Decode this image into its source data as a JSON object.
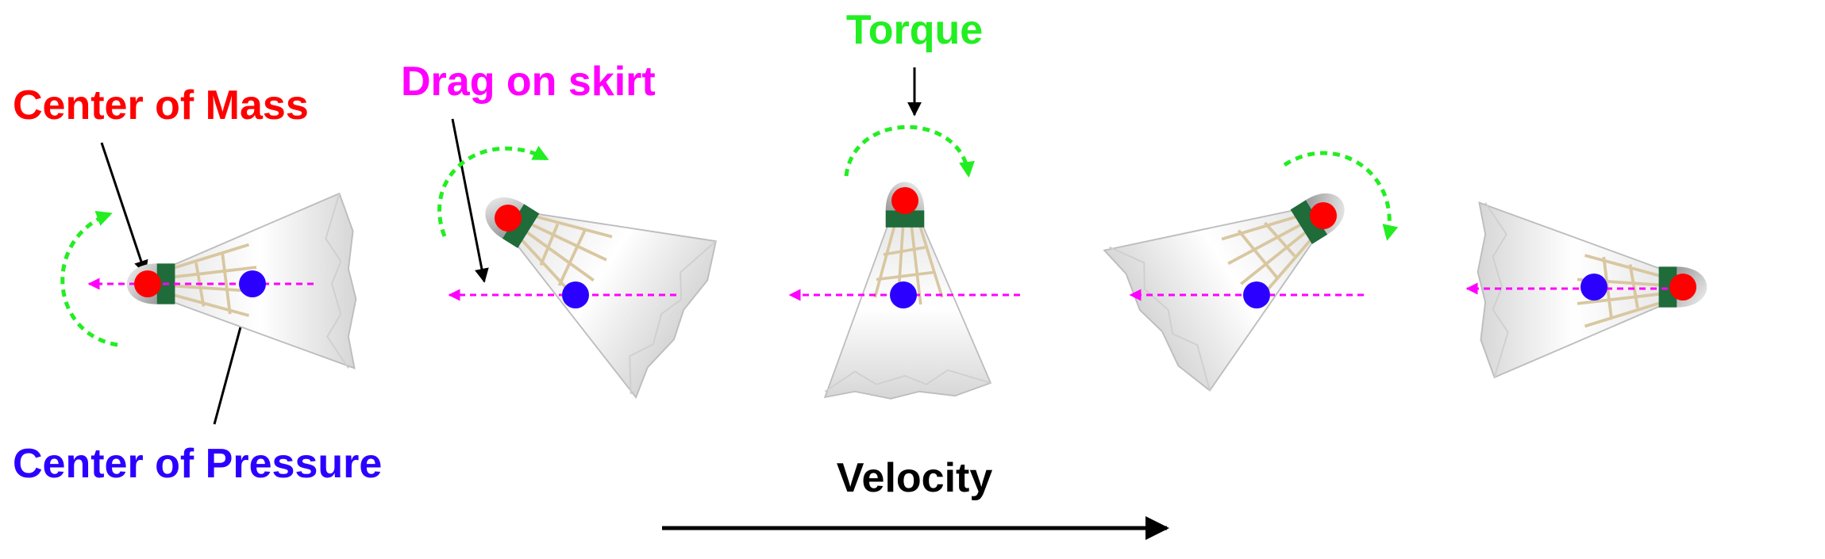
{
  "labels": {
    "center_of_mass": "Center of Mass",
    "center_of_pressure": "Center of Pressure",
    "drag_on_skirt": "Drag on skirt",
    "torque": "Torque",
    "velocity": "Velocity"
  },
  "colors": {
    "center_of_mass": "#ff0000",
    "center_of_pressure": "#2b00ff",
    "drag": "#ff00ff",
    "torque": "#22ee22",
    "velocity": "#000000",
    "cork": "#c8c8c8",
    "band": "#1f6b3a",
    "feather": "#f2f2f2",
    "frame": "#d8c7a0"
  },
  "icons": [
    "shuttlecock-icon"
  ]
}
